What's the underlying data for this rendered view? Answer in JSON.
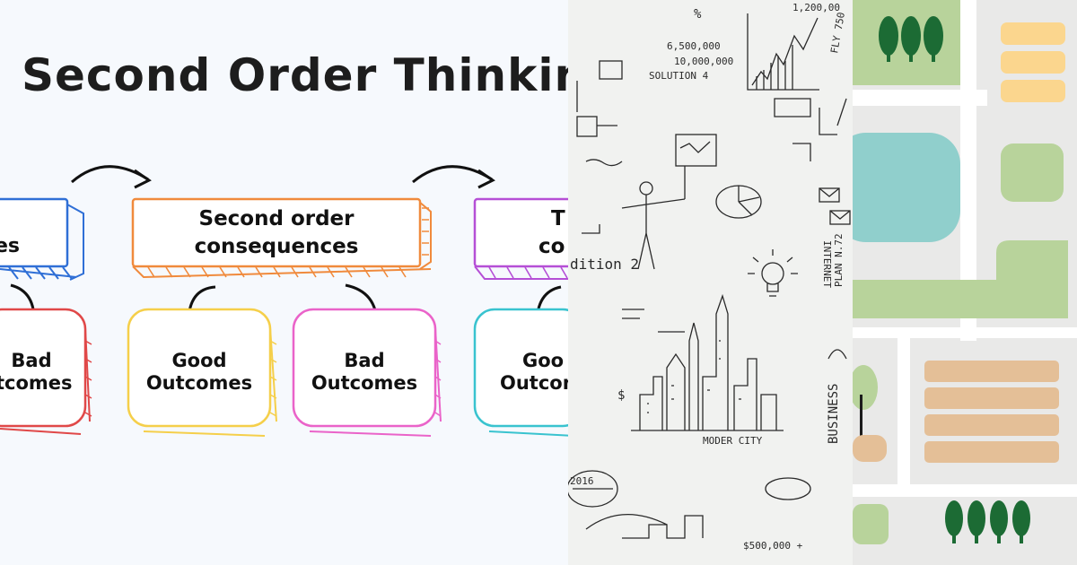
{
  "thinking": {
    "title": "Second Order Thinking",
    "boxes": {
      "first_partial": "es",
      "second_line1": "Second order",
      "second_line2": "consequences",
      "third_partial_line1": "T",
      "third_partial_line2": "co"
    },
    "outcomes": {
      "o1_line1": "Bad",
      "o1_line2": "tcomes",
      "o2_line1": "Good",
      "o2_line2": "Outcomes",
      "o3_line1": "Bad",
      "o3_line2": "Outcomes",
      "o4_line1": "Goo",
      "o4_line2": "Outcon"
    },
    "colors": {
      "blue": "#2f6fd6",
      "orange": "#f08a3c",
      "purple": "#b54fd6",
      "red": "#e04848",
      "yellow": "#f5cf4a",
      "pink": "#ea63c9",
      "teal": "#39c3cf"
    }
  },
  "sketch": {
    "texts": {
      "t1": "1,200,00",
      "t2": "FLY 750",
      "t3": "6,500,000",
      "t4": "10,000,000",
      "t5": "SOLUTION 4",
      "t6": "dition 2",
      "t7": "INTERNET",
      "t8": "PLAN N.72",
      "t9": "BUSINESS",
      "t10": "MODER CITY",
      "t11": "2016",
      "t12": "$500,000 +",
      "t13": "$",
      "t14": "%"
    },
    "icons": [
      "chart-icon",
      "lightbulb-icon",
      "pie-chart-icon",
      "envelope-icon",
      "person-icon",
      "city-icon"
    ]
  },
  "map": {
    "colors": {
      "background": "#e9e9e8",
      "green": "#b8d39b",
      "teal": "#90cfcc",
      "yellow": "#fbd68e",
      "tan": "#e4bf97",
      "tree": "#1c6b34",
      "road": "#ffffff"
    }
  }
}
